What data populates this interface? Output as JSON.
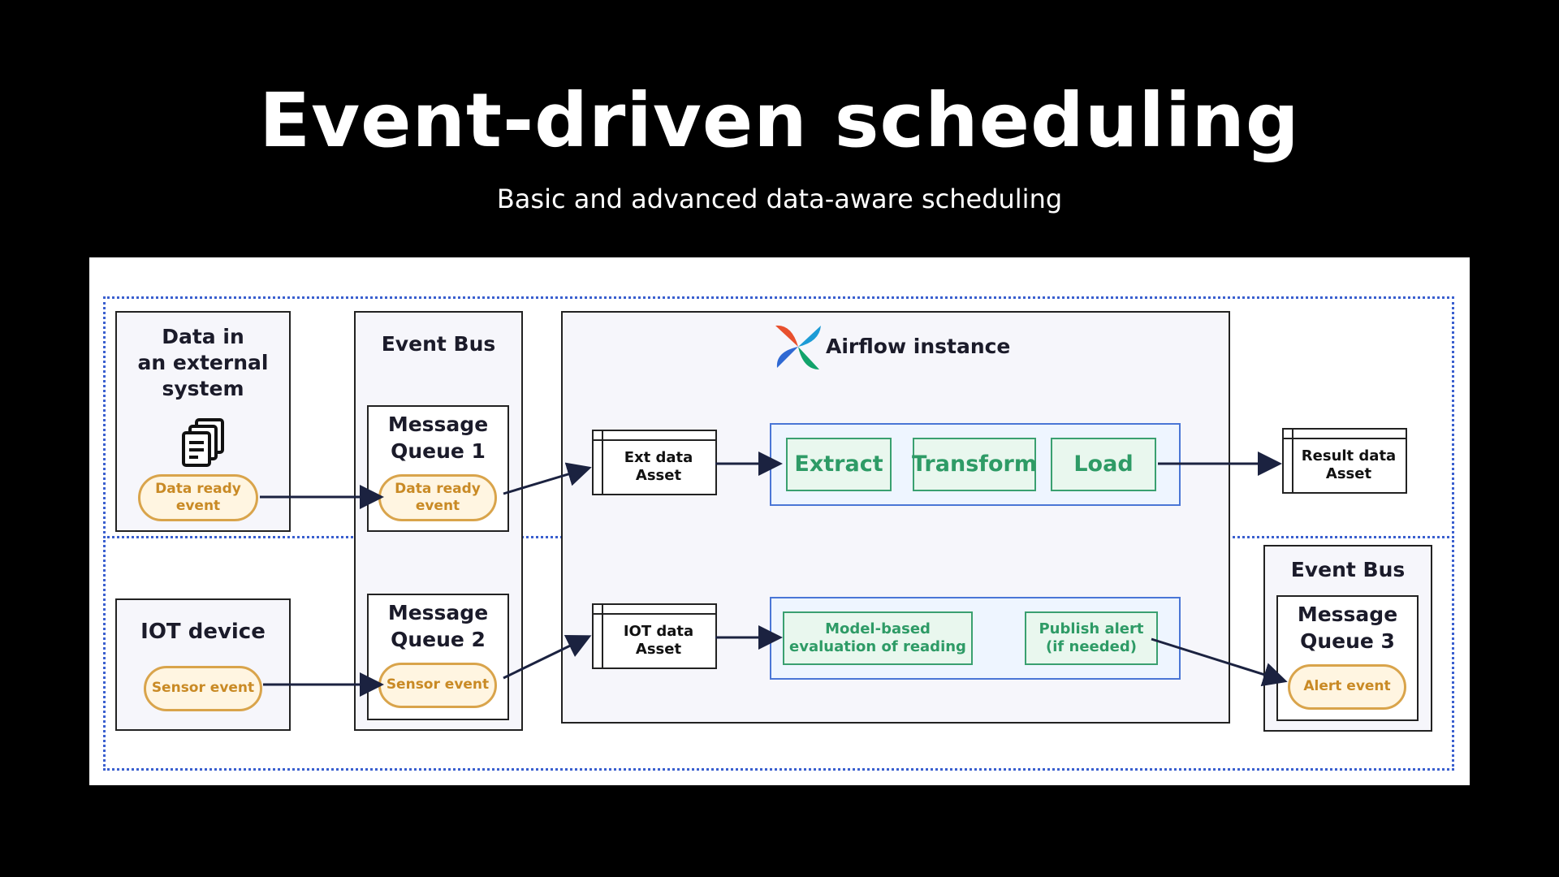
{
  "slide": {
    "title": "Event-driven scheduling",
    "subtitle": "Basic and advanced data-aware scheduling"
  },
  "diagram": {
    "external_system": {
      "label": "Data in\nan external\nsystem",
      "icon": "document-stack-icon",
      "event": "Data ready\nevent"
    },
    "iot_device": {
      "label": "IOT device",
      "event": "Sensor event"
    },
    "event_bus_left": {
      "label": "Event Bus",
      "queue1": {
        "label": "Message\nQueue 1",
        "event": "Data ready\nevent"
      },
      "queue2": {
        "label": "Message\nQueue 2",
        "event": "Sensor event"
      }
    },
    "airflow": {
      "label": "Airflow instance",
      "logo": "airflow-pinwheel-icon",
      "ext_asset": "Ext data\nAsset",
      "iot_asset": "IOT data\nAsset",
      "etl_steps": [
        "Extract",
        "Transform",
        "Load"
      ],
      "iot_steps": [
        "Model-based\nevaluation of reading",
        "Publish alert\n(if needed)"
      ]
    },
    "result_asset": "Result data\nAsset",
    "event_bus_right": {
      "label": "Event Bus",
      "queue3": {
        "label": "Message\nQueue 3",
        "event": "Alert event"
      }
    },
    "colors": {
      "dotted_border": "#3a5fcf",
      "event_pill": "#d9a44b",
      "step_green": "#3aa070",
      "pipeline_blue": "#4a76d6"
    }
  }
}
